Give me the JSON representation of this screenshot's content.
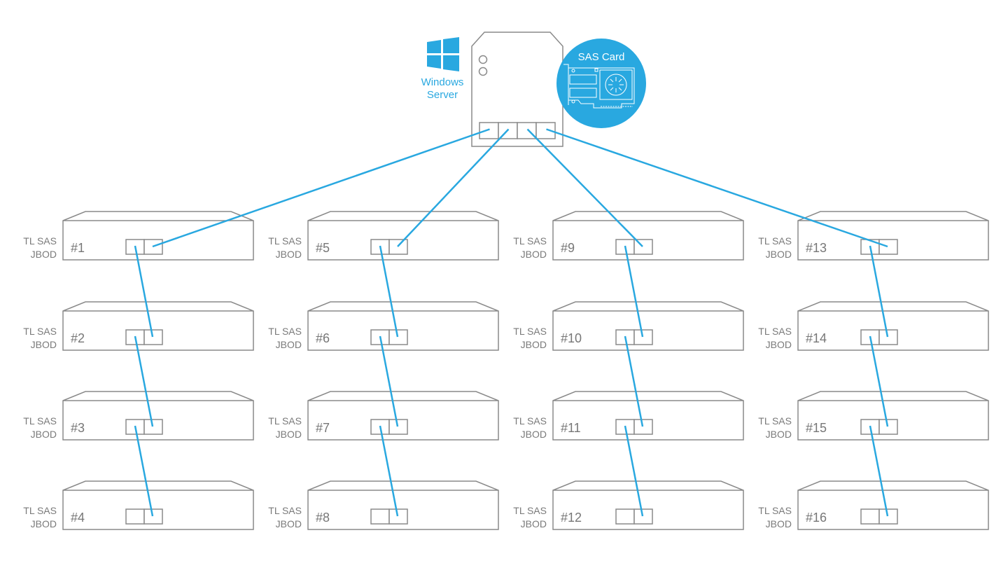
{
  "server": {
    "os_label_line1": "Windows",
    "os_label_line2": "Server",
    "card_label": "SAS Card",
    "icon": "windows-logo-icon",
    "port_count": 4
  },
  "jbod_label_line1": "TL SAS",
  "jbod_label_line2": "JBOD",
  "colors": {
    "cable": "#29a8e0",
    "outline": "#8a8a8a",
    "accent": "#29a8e0"
  },
  "chains": [
    {
      "server_port": 1,
      "units": [
        "#1",
        "#2",
        "#3",
        "#4"
      ]
    },
    {
      "server_port": 2,
      "units": [
        "#5",
        "#6",
        "#7",
        "#8"
      ]
    },
    {
      "server_port": 3,
      "units": [
        "#9",
        "#10",
        "#11",
        "#12"
      ]
    },
    {
      "server_port": 4,
      "units": [
        "#13",
        "#14",
        "#15",
        "#16"
      ]
    }
  ]
}
